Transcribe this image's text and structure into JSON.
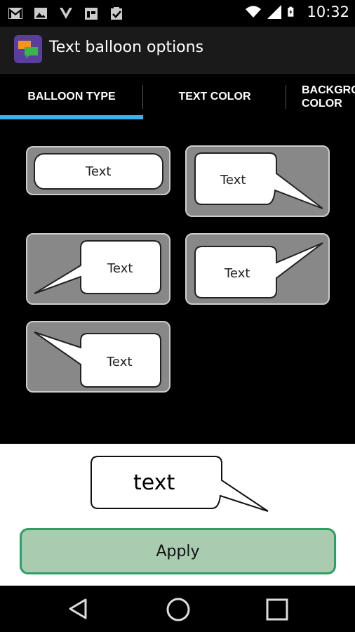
{
  "status_bar": {
    "time": "10:32",
    "left_icons": [
      "gmail-icon",
      "image-icon",
      "nvidia-icon",
      "calendar-icon",
      "clipboard-check-icon"
    ],
    "right_icons": [
      "wifi-icon",
      "signal-icon",
      "battery-charging-icon"
    ]
  },
  "app_bar": {
    "title": "Text balloon options",
    "icon": "balloon-app-icon"
  },
  "tabs": [
    {
      "label": "BALLOON TYPE",
      "selected": true
    },
    {
      "label": "TEXT COLOR",
      "selected": false
    },
    {
      "label_line1": "BACKGRO",
      "label_line2": "COLOR",
      "selected": false
    }
  ],
  "balloon_options": [
    {
      "label": "Text",
      "style": "rounded-no-tail"
    },
    {
      "label": "Text",
      "style": "tail-bottom-right"
    },
    {
      "label": "Text",
      "style": "tail-bottom-left"
    },
    {
      "label": "Text",
      "style": "tail-top-right"
    },
    {
      "label": "Text",
      "style": "tail-top-left"
    }
  ],
  "preview": {
    "text": "text"
  },
  "apply_button": {
    "label": "Apply"
  },
  "colors": {
    "accent": "#33b5e5",
    "apply_bg": "#a9cbb0",
    "apply_border": "#2e9e62",
    "option_bg": "#888888"
  }
}
